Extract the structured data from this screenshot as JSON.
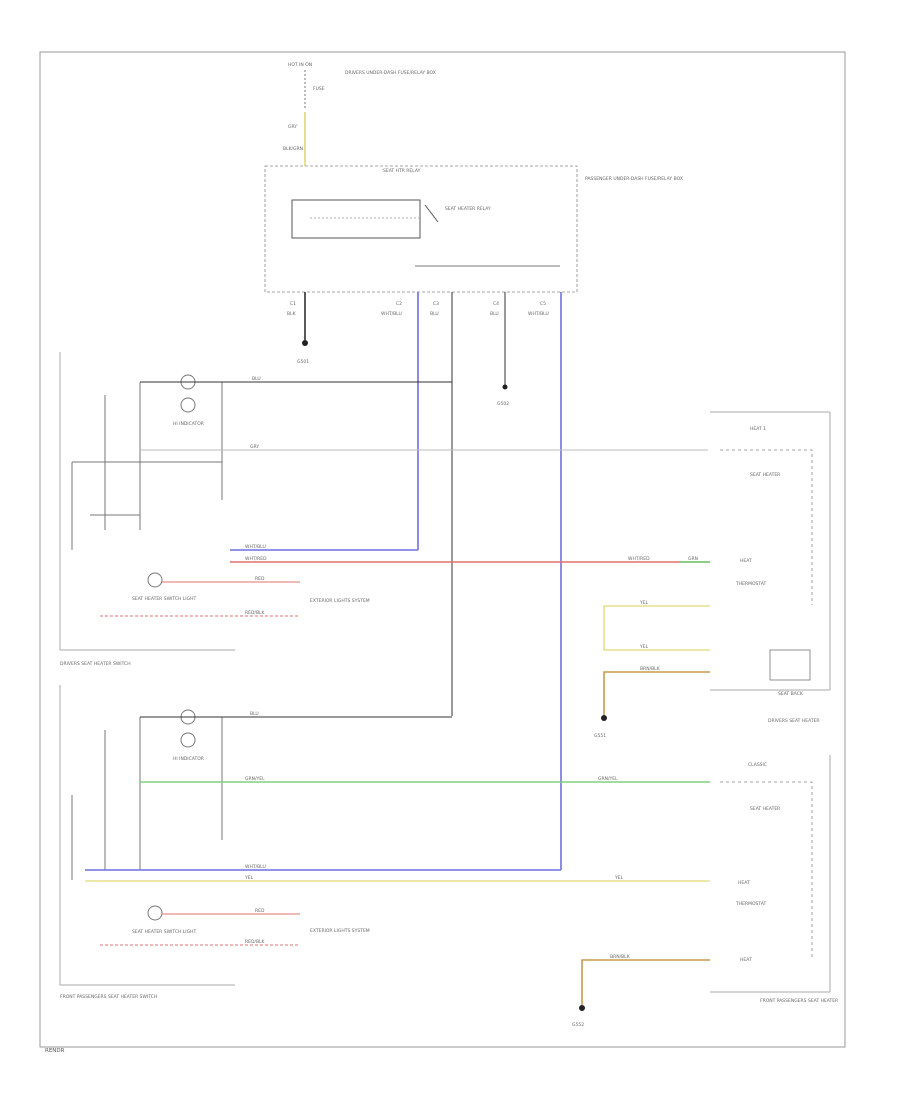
{
  "footer_code": "RENDR",
  "top": {
    "hot_label": "HOT IN ON",
    "fuse_label": "FUSE",
    "fuse_block_label": "DRIVERS UNDER-DASH FUSE/RELAY BOX",
    "top_wire_1": "GRY",
    "top_wire_2": "BLK/GRN",
    "box_header": "SEAT HTR RELAY",
    "relay_label": "SEAT HEATER RELAY",
    "passenger_box_label": "PASSENGER UNDER-DASH FUSE/RELAY BOX",
    "pin_labels": [
      "C1",
      "C2",
      "C3",
      "C4",
      "C5"
    ],
    "pin_wires": [
      "BLK",
      "WHT/BLU",
      "BLU",
      "BLU",
      "WHT/BLU"
    ]
  },
  "grounds": [
    {
      "label": "G501"
    },
    {
      "label": "G502"
    },
    {
      "label": "G551"
    },
    {
      "label": "G552"
    }
  ],
  "driver": {
    "switch_title": "DRIVERS SEAT HEATER SWITCH",
    "indicator_label": "HI INDICATOR",
    "seat_light_label": "SEAT HEATER SWITCH LIGHT",
    "exterior_label": "EXTERIOR LIGHTS SYSTEM",
    "wire_top": "BLU",
    "wire_mid": "GRY",
    "wire_blu": "WHT/BLU",
    "wire_red": "WHT/RED",
    "wire_red_right": "WHT/RED",
    "wire_grn_right": "GRN",
    "wire_light_1": "RED",
    "wire_light_2": "RED/BLK",
    "sensor_label": "SEAT HEATER",
    "sensor_sub": "HEAT 1",
    "thermostat_label": "THERMOSTAT",
    "thermostat_heat": "HEAT",
    "wire_yel_1": "YEL",
    "wire_yel_2": "YEL",
    "wire_brn": "BRN/BLK",
    "seat_back_label": "SEAT BACK",
    "assembly_label": "DRIVERS SEAT HEATER"
  },
  "passenger": {
    "switch_title": "FRONT PASSENGERS SEAT HEATER SWITCH",
    "indicator_label": "HI INDICATOR",
    "seat_light_label": "SEAT HEATER SWITCH LIGHT",
    "exterior_label": "EXTERIOR LIGHTS SYSTEM",
    "wire_top": "BLU",
    "wire_grn": "GRN/YEL",
    "wire_grn_right": "GRN/YEL",
    "wire_blu": "WHT/BLU",
    "wire_yel": "YEL",
    "wire_yel_right": "YEL",
    "wire_light_1": "RED",
    "wire_light_2": "RED/BLK",
    "wire_brn": "BRN/BLK",
    "sensor_label": "SEAT HEATER",
    "sensor_sub": "CLASSIC",
    "thermostat_label": "THERMOSTAT",
    "thermostat_heat": "HEAT",
    "heat_label": "HEAT",
    "assembly_label": "FRONT PASSENGERS SEAT HEATER"
  },
  "colors": {
    "wire_black": "#222222",
    "wire_blue": "#6f6fe0",
    "wire_red": "#e07070",
    "wire_green": "#7fd27f",
    "wire_yellow": "#e6e08a",
    "wire_brown": "#c89a4a",
    "frame": "#999999"
  }
}
